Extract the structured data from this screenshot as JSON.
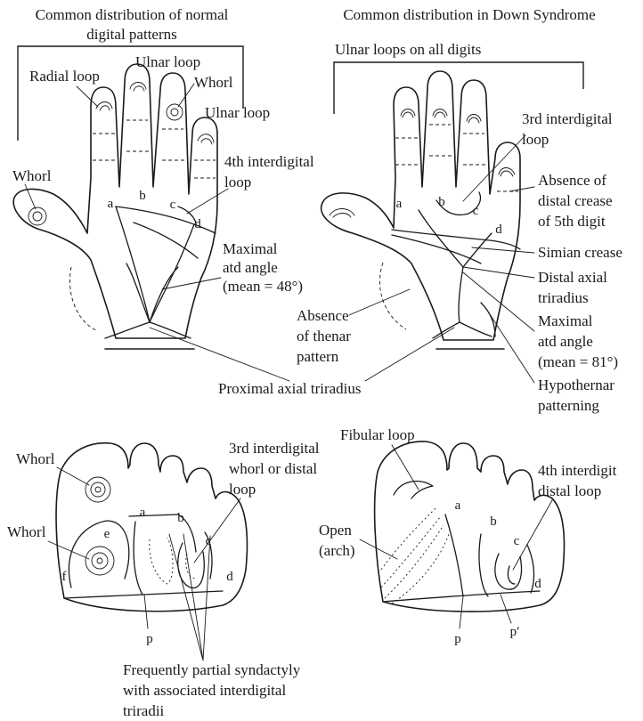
{
  "titles": {
    "normal": [
      "Common distribution of normal",
      "digital patterns"
    ],
    "down": "Common distribution in Down Syndrome"
  },
  "hand_normal": {
    "radial_loop": "Radial loop",
    "ulnar_loop_top": "Ulnar loop",
    "whorl_finger": "Whorl",
    "ulnar_loop_right": "Ulnar loop",
    "whorl_thumb": "Whorl",
    "interdigital_4": [
      "4th interdigital",
      "loop"
    ],
    "maximal_atd": [
      "Maximal",
      "atd angle",
      "(mean = 48°)"
    ],
    "triradii": [
      "a",
      "b",
      "c",
      "d"
    ]
  },
  "hand_down": {
    "ulnar_all": "Ulnar loops on all digits",
    "interdigital_3": [
      "3rd interdigital",
      "loop"
    ],
    "absence_distal": [
      "Absence of",
      "distal crease",
      "of 5th digit"
    ],
    "simian": "Simian crease",
    "distal_axial": [
      "Distal axial",
      "triradius"
    ],
    "maximal_atd": [
      "Maximal",
      "atd angle",
      "(mean = 81°)"
    ],
    "hypothenar": [
      "Hypothernar",
      "patterning"
    ],
    "absence_thenar": [
      "Absence",
      "of thenar",
      "pattern"
    ],
    "triradii": [
      "a",
      "b",
      "c",
      "d"
    ]
  },
  "shared": {
    "proximal_axial": "Proximal axial triradius"
  },
  "foot_normal": {
    "whorl_top": "Whorl",
    "whorl_side": "Whorl",
    "interdigital_3": [
      "3rd interdigital",
      "whorl or distal",
      "loop"
    ],
    "letters": [
      "a",
      "b",
      "c",
      "d",
      "e",
      "f",
      "p"
    ],
    "syndactyly": [
      "Frequently partial syndactyly",
      "with associated interdigital",
      "triradii"
    ]
  },
  "foot_down": {
    "fibular_loop": "Fibular loop",
    "open_arch": [
      "Open",
      "(arch)"
    ],
    "interdigit_4": [
      "4th interdigit",
      "distal loop"
    ],
    "letters": [
      "a",
      "b",
      "c",
      "d",
      "p",
      "p′"
    ]
  }
}
